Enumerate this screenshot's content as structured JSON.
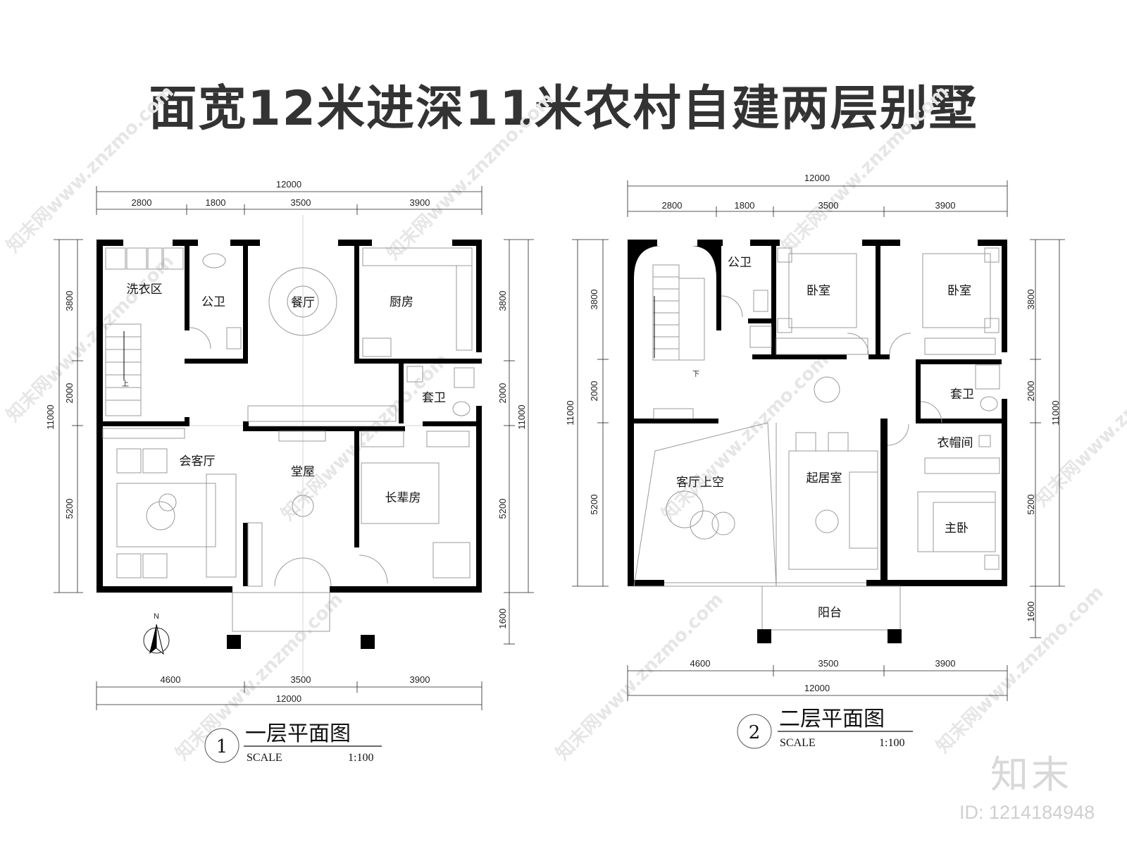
{
  "title": "面宽12米进深11米农村自建两层别墅",
  "floor1": {
    "caption_number": "1",
    "caption_title": "一层平面图",
    "caption_scale_label": "SCALE",
    "caption_scale": "1:100",
    "dims_top_total": "12000",
    "dims_top": [
      "2800",
      "1800",
      "3500",
      "3900"
    ],
    "dims_bottom": [
      "4600",
      "3500",
      "3900"
    ],
    "dims_bottom_total": "12000",
    "dims_left": [
      "3800",
      "2000",
      "5200"
    ],
    "dims_left_total": "11000",
    "dims_right": [
      "3800",
      "2000",
      "5200",
      "1600"
    ],
    "dims_right_total": "11000",
    "rooms": {
      "laundry": "洗衣区",
      "wc": "公卫",
      "dining": "餐厅",
      "kitchen": "厨房",
      "suite_bath": "套卫",
      "guest_hall": "会客厅",
      "main_hall": "堂屋",
      "elder_room": "长辈房"
    },
    "stair_mark": "上",
    "north": "N"
  },
  "floor2": {
    "caption_number": "2",
    "caption_title": "二层平面图",
    "caption_scale_label": "SCALE",
    "caption_scale": "1:100",
    "dims_top_total": "12000",
    "dims_top": [
      "2800",
      "1800",
      "3500",
      "3900"
    ],
    "dims_bottom": [
      "4600",
      "3500",
      "3900"
    ],
    "dims_bottom_total": "12000",
    "dims_left": [
      "3800",
      "2000",
      "5200"
    ],
    "dims_left_total": "11000",
    "dims_right": [
      "3800",
      "2000",
      "5200",
      "1600"
    ],
    "dims_right_total": "11000",
    "rooms": {
      "wc": "公卫",
      "bedroom1": "卧室",
      "bedroom2": "卧室",
      "suite_bath": "套卫",
      "closet": "衣帽间",
      "void": "客厅上空",
      "living": "起居室",
      "master": "主卧",
      "balcony": "阳台"
    },
    "stair_mark": "下"
  },
  "watermark": "知末网www.znzmo.com",
  "brand": "知末",
  "brand_id": "ID: 1214184948"
}
